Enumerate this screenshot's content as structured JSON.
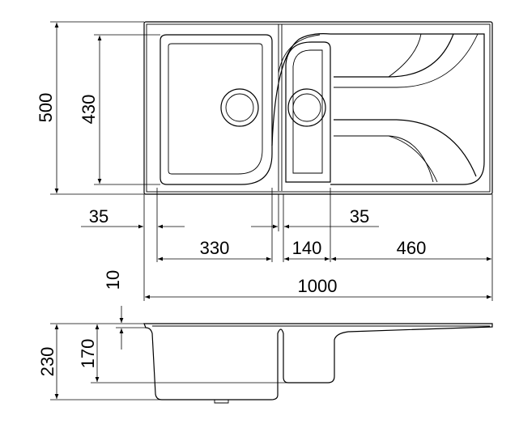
{
  "dimensions": {
    "total_depth": "500",
    "bowl_depth": "430",
    "left_margin": "35",
    "center_gap": "35",
    "large_bowl_width": "330",
    "small_bowl_width": "140",
    "drainer_width": "460",
    "total_width": "1000",
    "rim_thickness": "10",
    "small_bowl_height": "170",
    "large_bowl_height": "230"
  },
  "colors": {
    "line": "#000000",
    "background": "#ffffff"
  }
}
